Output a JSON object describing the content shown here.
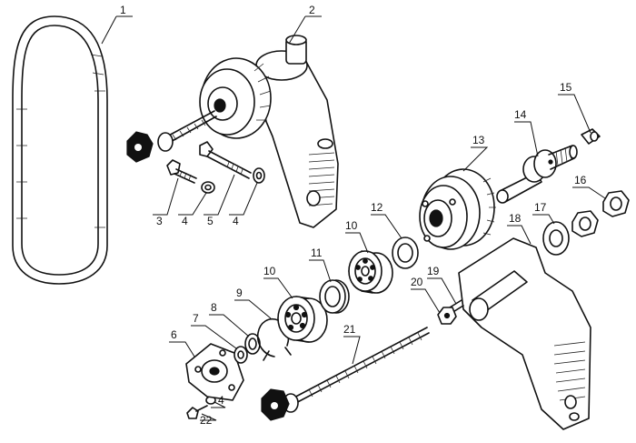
{
  "callouts": {
    "c1": "1",
    "c2": "2",
    "c3": "3",
    "c4a": "4",
    "c4b": "4",
    "c4c": "4",
    "c5": "5",
    "c6": "6",
    "c7": "7",
    "c8": "8",
    "c9": "9",
    "c10a": "10",
    "c10b": "10",
    "c11": "11",
    "c12": "12",
    "c13": "13",
    "c14": "14",
    "c15": "15",
    "c16": "16",
    "c17": "17",
    "c18": "18",
    "c19": "19",
    "c20": "20",
    "c21": "21",
    "c22": "22"
  },
  "colors": {
    "ink": "#111111",
    "paper": "#ffffff"
  }
}
